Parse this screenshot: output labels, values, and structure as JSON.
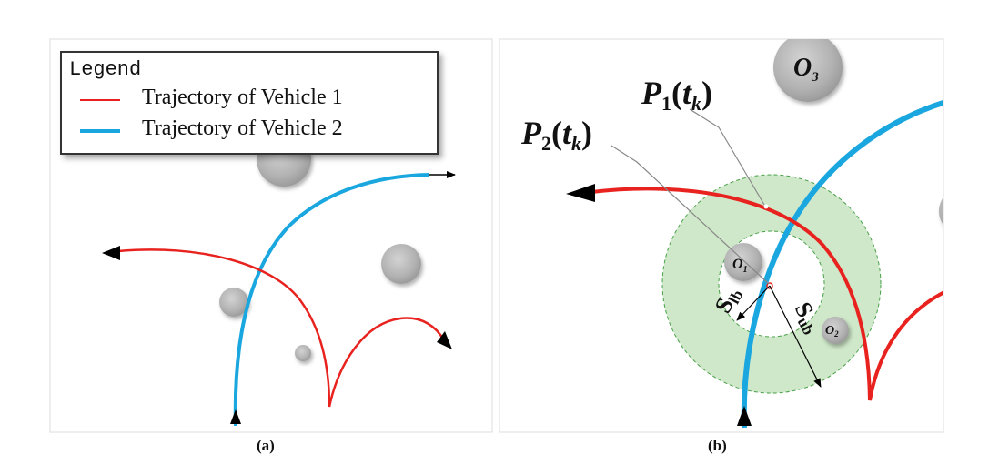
{
  "panels": {
    "a": {
      "caption": "(a)"
    },
    "b": {
      "caption": "(b)"
    }
  },
  "legend": {
    "title": "Legend",
    "items": [
      {
        "label": "Trajectory of Vehicle 1",
        "color": "#e8231f"
      },
      {
        "label": "Trajectory of Vehicle 2",
        "color": "#1aa7df"
      }
    ]
  },
  "labels": {
    "p1": {
      "letter": "P",
      "sub": "1",
      "arg": "t",
      "argsub": "k"
    },
    "p2": {
      "letter": "P",
      "sub": "2",
      "arg": "t",
      "argsub": "k"
    },
    "o1": {
      "letter": "O",
      "sub": "1"
    },
    "o2": {
      "letter": "O",
      "sub": "2"
    },
    "o3": {
      "letter": "O",
      "sub": "3"
    },
    "slb": {
      "letter": "S",
      "sub": "lb"
    },
    "sub": {
      "letter": "S",
      "sub": "ub"
    }
  },
  "colors": {
    "vehicle1": "#e8231f",
    "vehicle2": "#1aa7df",
    "annulus": "#cfe8c9",
    "obstacle": "#b4b4b4"
  }
}
